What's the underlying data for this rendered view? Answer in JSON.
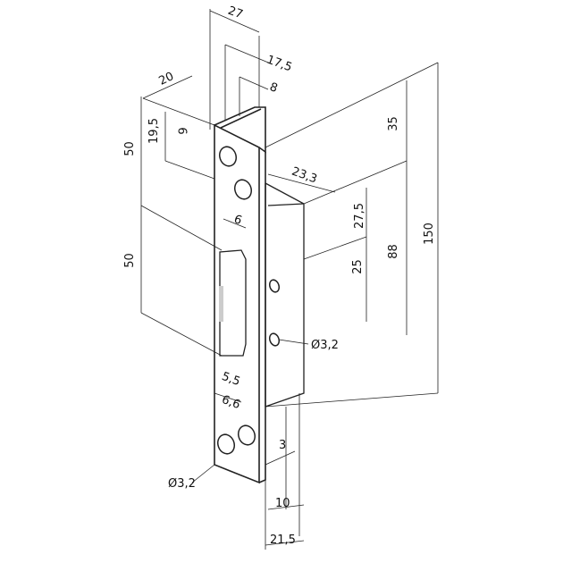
{
  "title": "Electric door strike faceplate dimension drawing",
  "colors": {
    "line": "#222222",
    "background": "#ffffff",
    "slot_fill": "#cccccc"
  },
  "dimensions": {
    "top_width_27": "27",
    "top_width_17_5": "17,5",
    "top_width_8": "8",
    "flange_depth_20": "20",
    "flange_offset_19_5": "19,5",
    "hole_offset_9": "9",
    "top_to_slot_50": "50",
    "slot_length_50": "50",
    "slot_width_6": "6",
    "body_depth_23_3": "23,3",
    "body_top_27_5": "27,5",
    "hole_spacing_25": "25",
    "top_offset_35": "35",
    "body_height_88": "88",
    "total_height_150": "150",
    "hole_dia_right": "Ø3,2",
    "bottom_5_5": "5,5",
    "bottom_6_6": "6,6",
    "plate_thickness_3": "3",
    "bottom_width_10": "10",
    "bottom_width_21_5": "21,5",
    "hole_dia_left": "Ø3,2"
  }
}
